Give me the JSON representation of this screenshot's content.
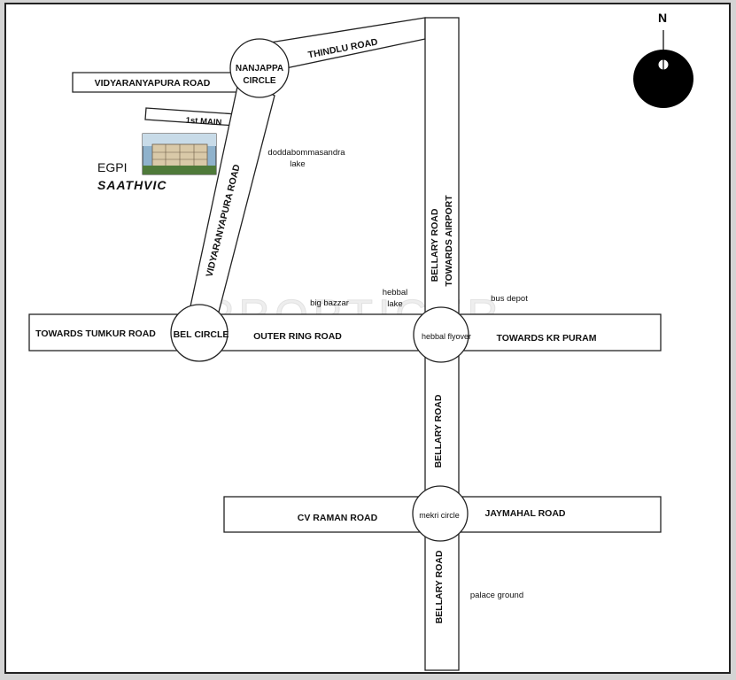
{
  "compass": {
    "label": "N"
  },
  "roads": {
    "vidyaranyapura_road_top": "VIDYARANYAPURA ROAD",
    "first_main": "1st MAIN",
    "thindlu_road": "THINDLU ROAD",
    "vidyaranyapura_road_diag": "VIDYARANYAPURA ROAD",
    "towards_tumkur_road": "TOWARDS TUMKUR ROAD",
    "outer_ring_road": "OUTER RING ROAD",
    "towards_kr_puram": "TOWARDS KR PURAM",
    "bellary_road_towards_airport_line1": "BELLARY ROAD",
    "bellary_road_towards_airport_line2": "TOWARDS AIRPORT",
    "bellary_road_mid": "BELLARY ROAD",
    "bellary_road_bottom": "BELLARY ROAD",
    "cv_raman_road": "CV RAMAN ROAD",
    "jaymahal_road": "JAYMAHAL ROAD"
  },
  "circles": {
    "nanjappa_line1": "NANJAPPA",
    "nanjappa_line2": "CIRCLE",
    "bel_circle": "BEL CIRCLE",
    "hebbal_flyover": "hebbal flyover",
    "mekri_circle": "mekri circle"
  },
  "landmarks": {
    "doddabommasandra_line1": "doddabommasandra",
    "doddabommasandra_line2": "lake",
    "big_bazzar": "big bazzar",
    "hebbal_lake_line1": "hebbal",
    "hebbal_lake_line2": "lake",
    "bus_depot": "bus depot",
    "palace_ground": "palace ground"
  },
  "project": {
    "name_line1": "EGPI",
    "name_line2": "SAATHVIC"
  },
  "watermark": "PROPTIGER"
}
